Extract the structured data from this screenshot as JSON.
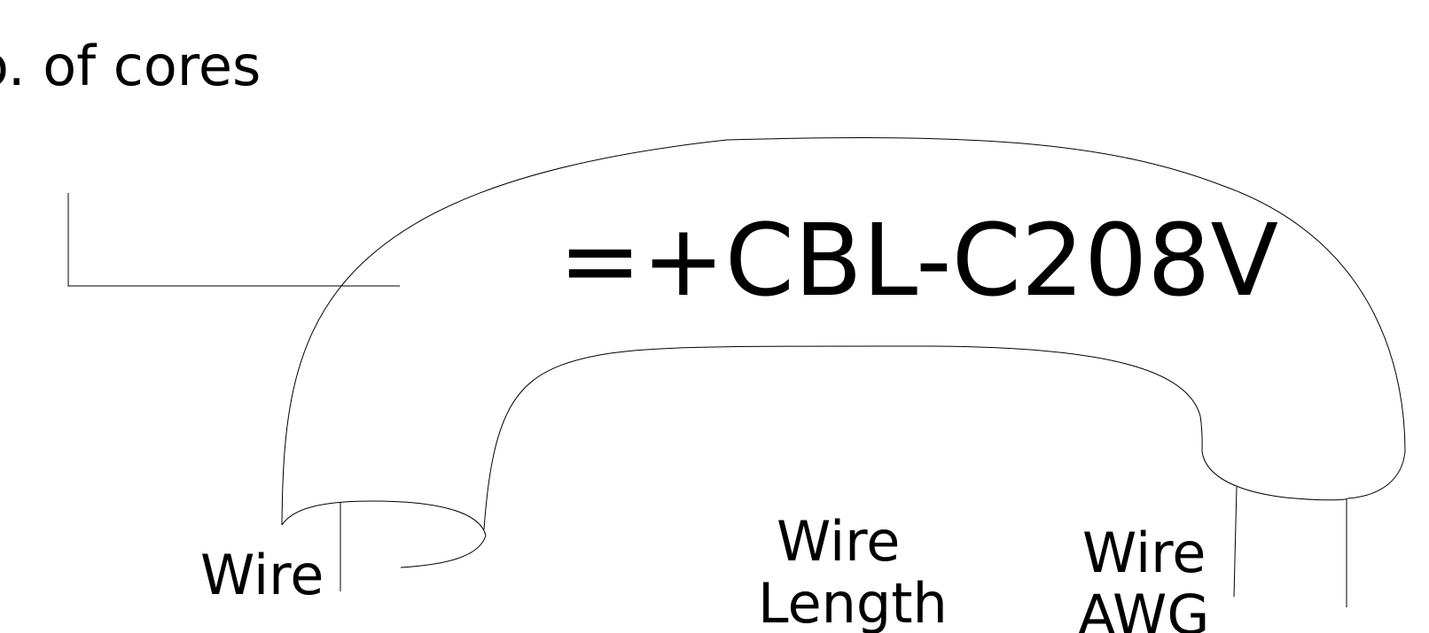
{
  "labels": {
    "cores": "o. of cores",
    "cable_id": "=+CBL-C208V",
    "wire_left": "Wire",
    "wire_length_line1": "Wire",
    "wire_length_line2": "Length",
    "wire_awg_line1": "Wire",
    "wire_awg_line2": "AWG"
  },
  "colors": {
    "line": "#000000",
    "text": "#000000",
    "background": "#ffffff"
  }
}
